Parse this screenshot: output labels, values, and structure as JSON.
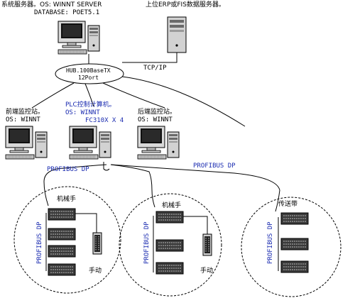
{
  "server": {
    "label_line1": "系统服务器。OS: WINNT SERVER",
    "label_line2": "DATABASE: POET5.1"
  },
  "erp": {
    "label": "上位ERP或FIS数据服务器。"
  },
  "hub": {
    "line1": "HUB.100BaseTX",
    "line2": "12Port"
  },
  "tcpip": {
    "label": "TCP/IP"
  },
  "stations": {
    "front": {
      "line1": "前端监控站。",
      "line2": "OS: WINNT"
    },
    "plc": {
      "line1": "PLC控制计算机。",
      "line2": "OS: WINNT",
      "line3": "FC310X X 4"
    },
    "rear": {
      "line1": "后端监控站。",
      "line2": "OS: WINNT"
    }
  },
  "bus": {
    "left_label": "PROFIBUS DP",
    "right_label": "PROFIBUS DP"
  },
  "cells": [
    {
      "title": "机械手",
      "bus": "PROFIBUS DP",
      "handheld": "手动"
    },
    {
      "title": "机械手",
      "bus": "PROFIBUS DP",
      "handheld": "手动"
    },
    {
      "title": "传送带",
      "bus": "PROFIBUS DP"
    }
  ]
}
